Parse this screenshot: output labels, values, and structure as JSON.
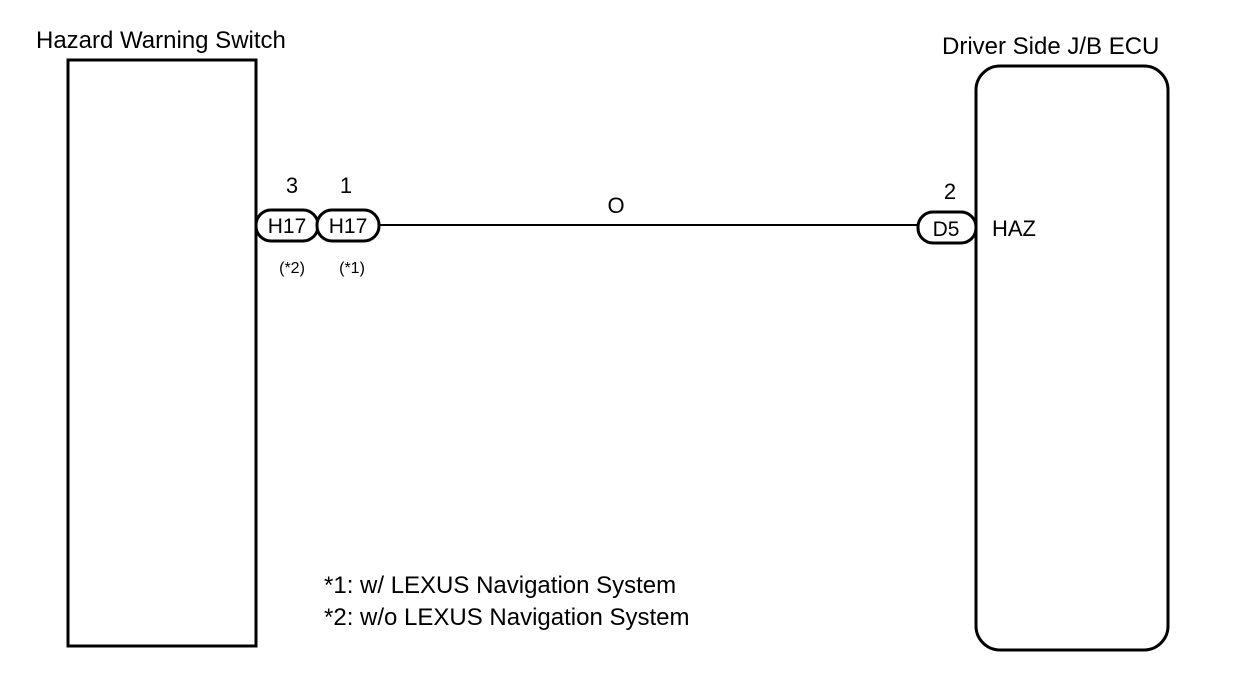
{
  "components": {
    "left": {
      "title": "Hazard Warning Switch"
    },
    "right": {
      "title": "Driver Side J/B ECU"
    }
  },
  "connectors": {
    "h17_a": {
      "label": "H17",
      "pin": "3",
      "note": "(*2)"
    },
    "h17_b": {
      "label": "H17",
      "pin": "1",
      "note": "(*1)"
    },
    "d5": {
      "label": "D5",
      "pin": "2",
      "pin_name": "HAZ"
    }
  },
  "wire": {
    "color_code": "O"
  },
  "legend": {
    "items": [
      "*1: w/ LEXUS Navigation System",
      "*2: w/o LEXUS Navigation System"
    ]
  }
}
